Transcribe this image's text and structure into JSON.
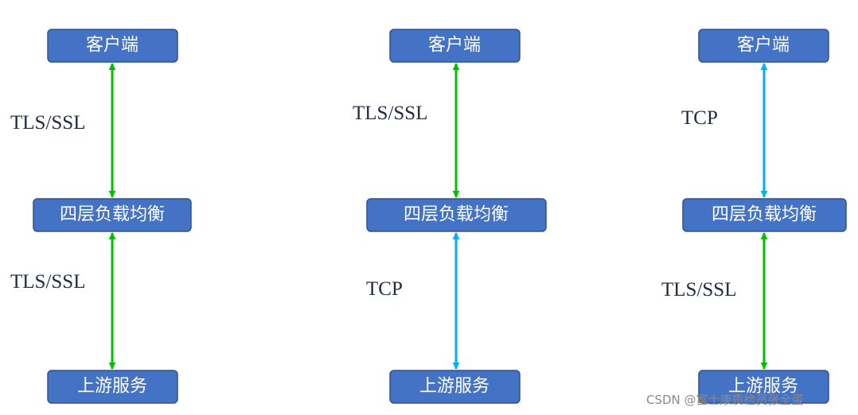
{
  "nodes": {
    "client": "客户端",
    "l4_lb": "四层负载均衡",
    "upstream": "上游服务"
  },
  "protocols": {
    "tls": "TLS/SSL",
    "tcp": "TCP"
  },
  "colors": {
    "node_fill": "#4472c4",
    "node_border": "#2f528f",
    "tls_arrow": "#00c000",
    "tcp_arrow": "#00b0f0"
  },
  "columns": [
    {
      "client": "客户端",
      "balancer": "四层负载均衡",
      "upstream": "上游服务",
      "top_link": "TLS/SSL",
      "bottom_link": "TLS/SSL"
    },
    {
      "client": "客户端",
      "balancer": "四层负载均衡",
      "upstream": "上游服务",
      "top_link": "TLS/SSL",
      "bottom_link": "TCP"
    },
    {
      "client": "客户端",
      "balancer": "四层负载均衡",
      "upstream": "上游服务",
      "top_link": "TCP",
      "bottom_link": "TLS/SSL"
    }
  ],
  "watermark": "CSDN @富士康质检员张全蛋"
}
